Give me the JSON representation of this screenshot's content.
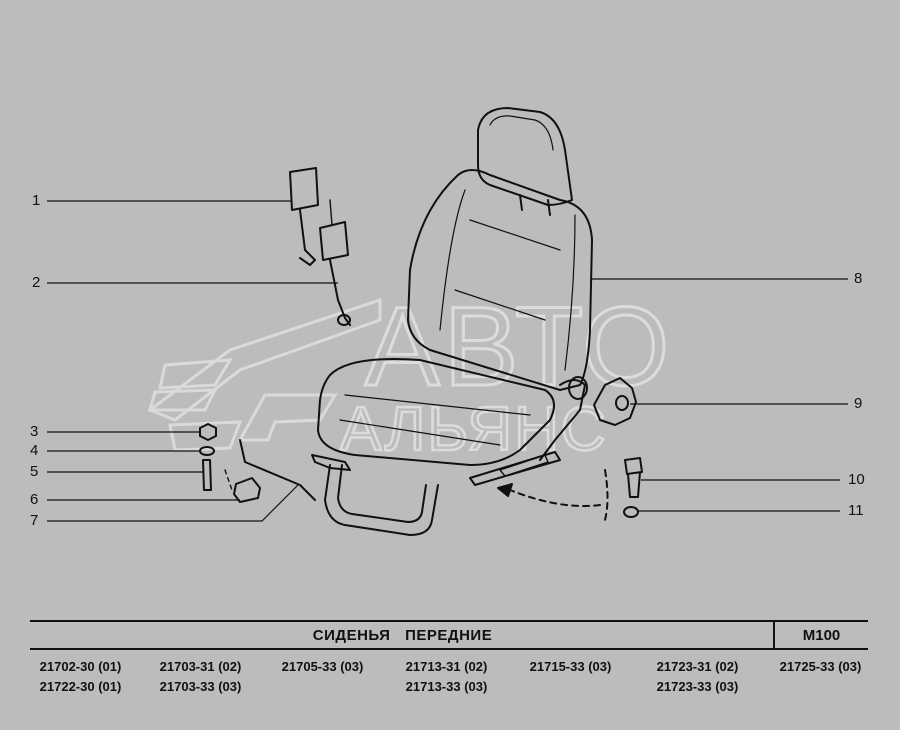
{
  "callouts": [
    {
      "id": "1",
      "label": "1"
    },
    {
      "id": "2",
      "label": "2"
    },
    {
      "id": "3",
      "label": "3"
    },
    {
      "id": "4",
      "label": "4"
    },
    {
      "id": "5",
      "label": "5"
    },
    {
      "id": "6",
      "label": "6"
    },
    {
      "id": "7",
      "label": "7"
    },
    {
      "id": "8",
      "label": "8"
    },
    {
      "id": "9",
      "label": "9"
    },
    {
      "id": "10",
      "label": "10"
    },
    {
      "id": "11",
      "label": "11"
    }
  ],
  "watermark": {
    "line1": "АВТО",
    "line2": "АЛЬЯНС"
  },
  "title": {
    "name": "СИДЕНЬЯ  ПЕРЕДНИЕ",
    "code": "M100"
  },
  "models": [
    [
      "21702-30 (01)",
      "21722-30 (01)"
    ],
    [
      "21703-31 (02)",
      "21703-33 (03)"
    ],
    [
      "21705-33 (03)"
    ],
    [
      "21713-31 (02)",
      "21713-33 (03)"
    ],
    [
      "21715-33 (03)"
    ],
    [
      "21723-31 (02)",
      "21723-33 (03)"
    ],
    [
      "21725-33 (03)"
    ]
  ],
  "colors": {
    "background": "#bcbcbc",
    "line": "#111111",
    "watermark": "#d4d4d4"
  }
}
